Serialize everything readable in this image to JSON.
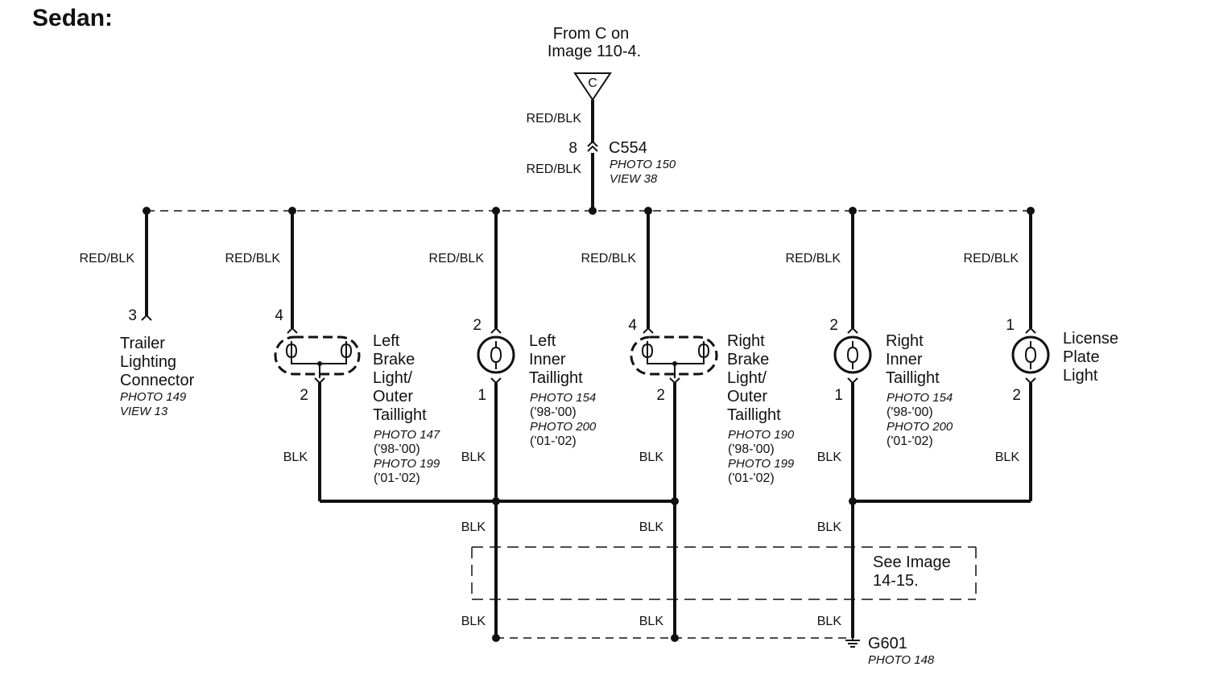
{
  "title": "Sedan:",
  "source": {
    "line1": "From C on",
    "line2": "Image 110-4.",
    "symbol": "C"
  },
  "connector": {
    "pin": "8",
    "name": "C554",
    "photo": "PHOTO 150",
    "view": "VIEW 38"
  },
  "wire_colors": {
    "feed": "RED/BLK",
    "ground": "BLK"
  },
  "components": [
    {
      "id": "trailer",
      "lines": [
        "Trailer",
        "Lighting",
        "Connector"
      ],
      "refs": [
        "PHOTO 149",
        "VIEW 13"
      ],
      "pin_top": "3"
    },
    {
      "id": "left-brake",
      "lines": [
        "Left",
        "Brake",
        "Light/",
        "Outer",
        "Taillight"
      ],
      "refs": [
        "PHOTO 147",
        "('98-'00)",
        "PHOTO 199",
        "('01-'02)"
      ],
      "pin_top": "4",
      "pin_bottom": "2"
    },
    {
      "id": "left-inner",
      "lines": [
        "Left",
        "Inner",
        "Taillight"
      ],
      "refs": [
        "PHOTO 154",
        "('98-'00)",
        "PHOTO 200",
        "('01-'02)"
      ],
      "pin_top": "2",
      "pin_bottom": "1"
    },
    {
      "id": "right-brake",
      "lines": [
        "Right",
        "Brake",
        "Light/",
        "Outer",
        "Taillight"
      ],
      "refs": [
        "PHOTO 190",
        "('98-'00)",
        "PHOTO 199",
        "('01-'02)"
      ],
      "pin_top": "4",
      "pin_bottom": "2"
    },
    {
      "id": "right-inner",
      "lines": [
        "Right",
        "Inner",
        "Taillight"
      ],
      "refs": [
        "PHOTO 154",
        "('98-'00)",
        "PHOTO 200",
        "('01-'02)"
      ],
      "pin_top": "2",
      "pin_bottom": "1"
    },
    {
      "id": "license",
      "lines": [
        "License",
        "Plate",
        "Light"
      ],
      "pin_top": "1",
      "pin_bottom": "2"
    }
  ],
  "see_image": {
    "line1": "See Image",
    "line2": "14-15."
  },
  "ground": {
    "name": "G601",
    "photo": "PHOTO 148"
  }
}
